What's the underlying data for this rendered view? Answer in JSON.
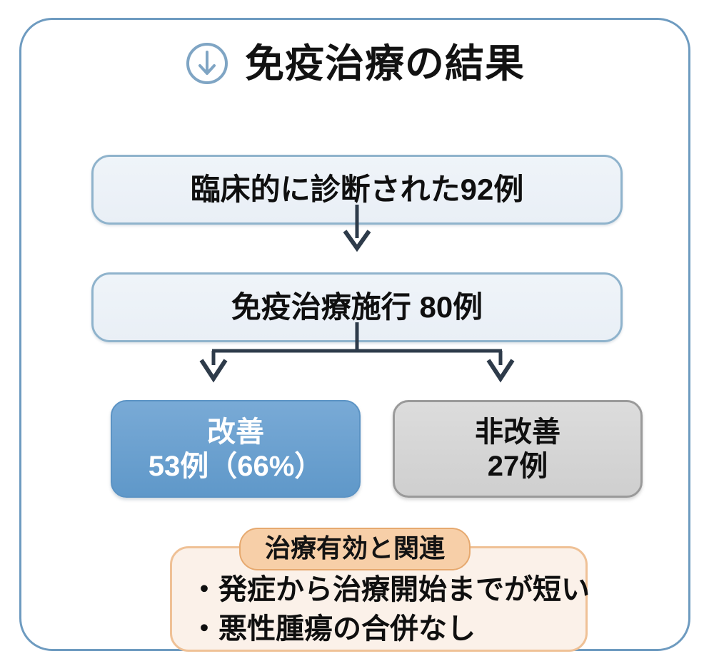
{
  "header": {
    "icon": "circle-down-arrow-icon",
    "title": "免疫治療の結果"
  },
  "flow": {
    "nodes": [
      {
        "id": "diagnosed",
        "label": "臨床的に診断された92例",
        "style": "light-blue",
        "count": 92
      },
      {
        "id": "treated",
        "label": "免疫治療施行 80例",
        "style": "light-blue",
        "count": 80
      },
      {
        "id": "improved",
        "line1": "改善",
        "line2": "53例（66%）",
        "style": "blue-filled",
        "count": 53,
        "percent": 66
      },
      {
        "id": "not-improved",
        "line1": "非改善",
        "line2": "27例",
        "style": "grey-filled",
        "count": 27
      }
    ]
  },
  "note": {
    "pill_label": "治療有効と関連",
    "items": [
      "・発症から治療開始までが短い",
      "・悪性腫瘍の合併なし"
    ]
  },
  "colors": {
    "card_border": "#6e9bc0",
    "light_box_fill": "#eff4f9",
    "light_box_border": "#8fb3cc",
    "improved_fill": "#679ece",
    "improved_border": "#5b93c4",
    "not_improved_fill": "#d4d4d4",
    "not_improved_border": "#9a9a9a",
    "connector": "#2e3b4a",
    "note_panel_fill": "#fbf1e9",
    "note_panel_border": "#efc196",
    "note_pill_fill": "#f7cfa8",
    "note_pill_border": "#e6a96f",
    "icon": "#7fa5c4",
    "text_dark": "#0f0f0f",
    "text_light": "#ffffff"
  }
}
